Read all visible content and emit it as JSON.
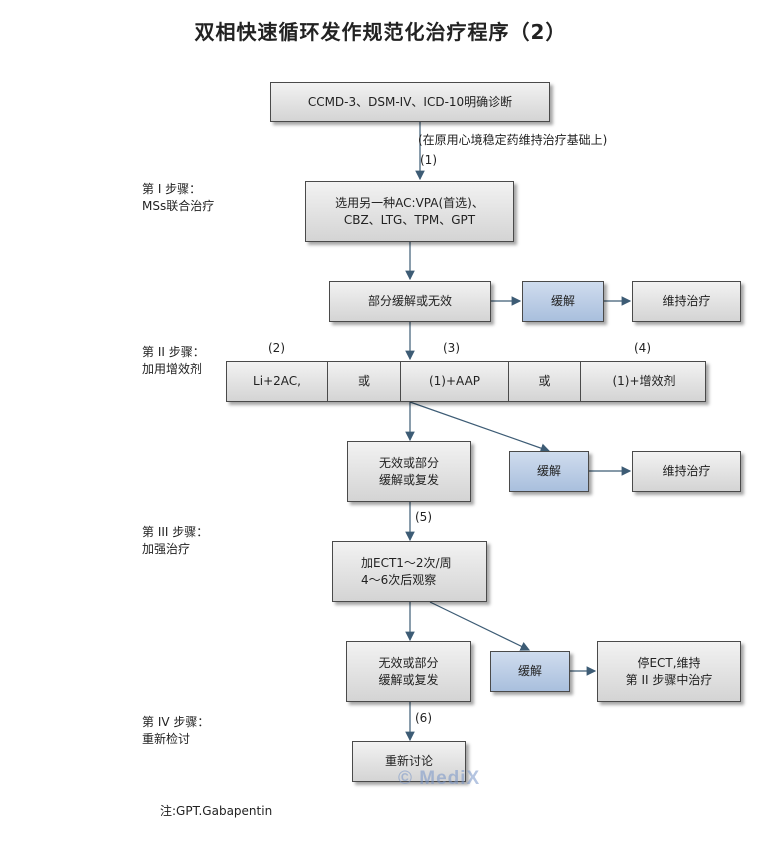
{
  "title": "双相快速循环发作规范化治疗程序（2）",
  "diagnosis": "CCMD-3、DSM-IV、ICD-10明确诊断",
  "premise_note": "(在原用心境稳定药维持治疗基础上)",
  "marks": {
    "m1": "(1)",
    "m2": "(2)",
    "m3": "(3)",
    "m4": "(4)",
    "m5": "(5)",
    "m6": "(6)"
  },
  "steps": {
    "step1": "第 I 步骤：\nMSs联合治疗",
    "step2": "第 II 步骤：\n加用增效剂",
    "step3": "第 III 步骤：\n加强治疗",
    "step4": "第 IV 步骤：\n重新检讨"
  },
  "step1_box": "选用另一种AC:VPA(首选)、\nCBZ、LTG、TPM、GPT",
  "row1": {
    "partial": "部分缓解或无效",
    "remission": "缓解",
    "maintain": "维持治疗"
  },
  "combo": {
    "c1": "Li+2AC,",
    "c2": "或",
    "c3": "(1)+AAP",
    "c4": "或",
    "c5": "(1)+增效剂"
  },
  "row2": {
    "fail": "无效或部分\n缓解或复发",
    "remission": "缓解",
    "maintain": "维持治疗"
  },
  "ect": "加ECT1～2次/周\n4～6次后观察",
  "row3": {
    "fail": "无效或部分\n缓解或复发",
    "remission": "缓解",
    "stop": "停ECT,维持\n第 II 步骤中治疗"
  },
  "rediscuss": "重新讨论",
  "footnote": "注:GPT.Gabapentin",
  "watermark": "© MediX",
  "colors": {
    "box_gray": "#d9d9d9",
    "box_blue": "#b9cbe4",
    "arrow": "#3d5c75"
  }
}
